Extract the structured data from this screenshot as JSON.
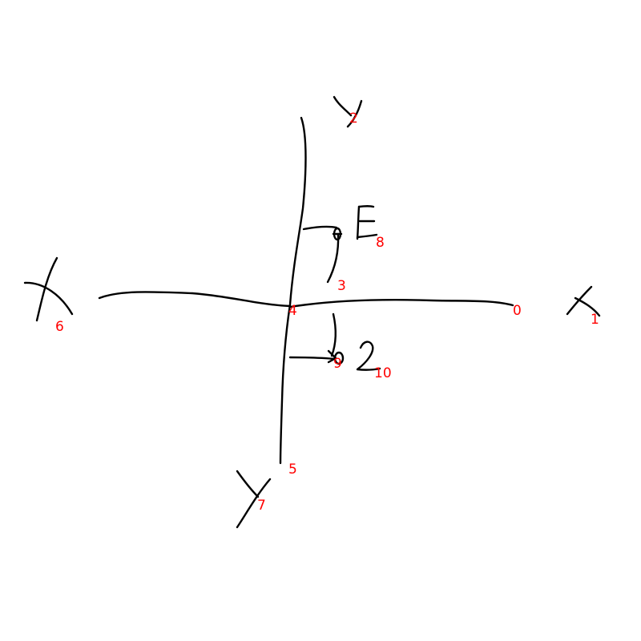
{
  "sketch": {
    "ink_color": "#000000",
    "label_color": "#ff0000",
    "stroke_labels": [
      "0",
      "1",
      "2",
      "3",
      "4",
      "5",
      "6",
      "7",
      "8",
      "9",
      "10"
    ]
  }
}
